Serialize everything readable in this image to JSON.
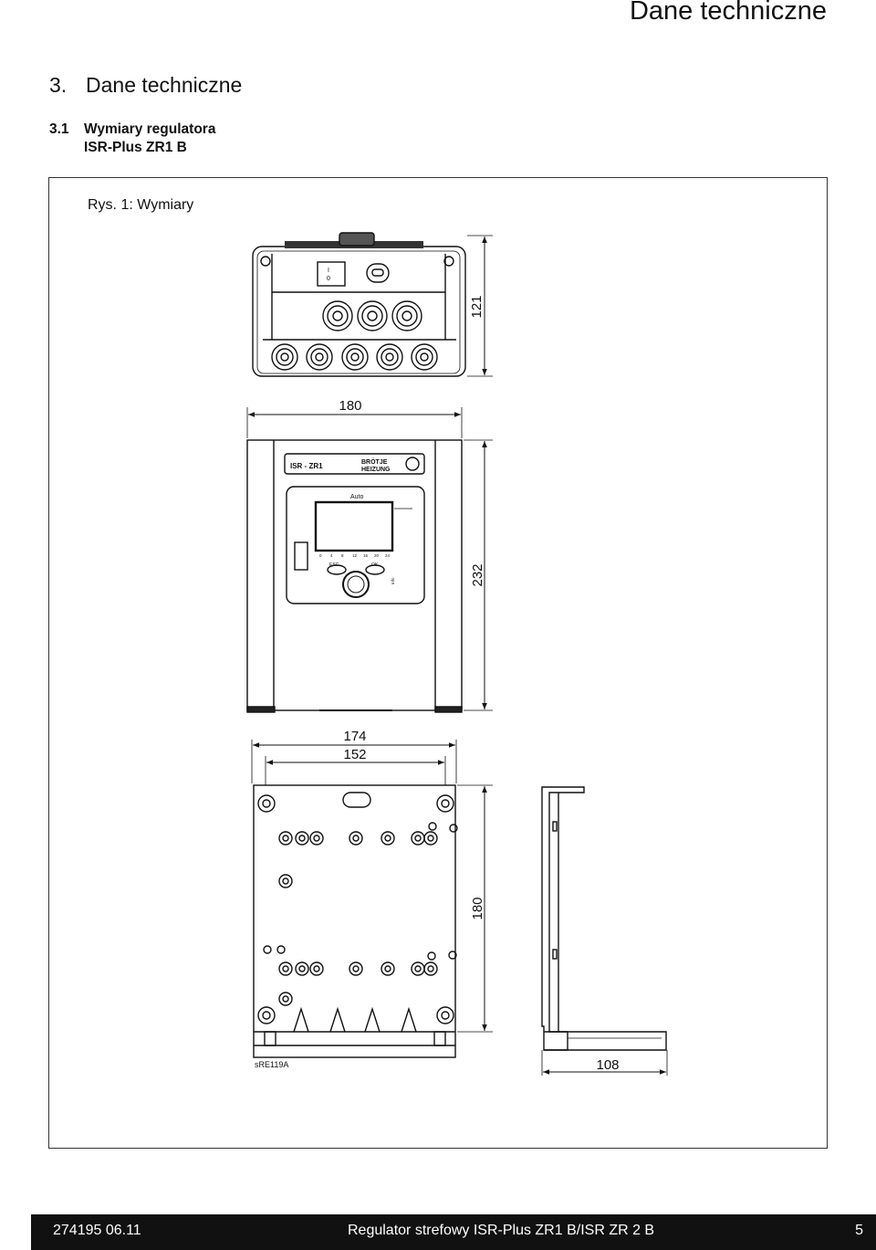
{
  "header": {
    "title": "Dane techniczne"
  },
  "section": {
    "number": "3.",
    "title": "Dane techniczne"
  },
  "subsection": {
    "number": "3.1",
    "title_line1": "Wymiary regulatora",
    "title_line2": "ISR-Plus ZR1 B"
  },
  "figure": {
    "caption": "Rys. 1:  Wymiary",
    "drawing_code": "sRE119A",
    "dimensions": {
      "height_top": "121",
      "width_front": "180",
      "height_front": "232",
      "width_back_outer": "174",
      "width_back_inner": "152",
      "height_back": "180",
      "depth_side": "108"
    },
    "front_panel": {
      "brand_left": "ISR - ZR1",
      "brand_right_line1": "BRÖTJE",
      "brand_right_line2": "HEIZUNG",
      "mode_label": "Auto",
      "scale": [
        "0",
        "4",
        "8",
        "12",
        "16",
        "20",
        "24"
      ],
      "esc_label": "ESC",
      "ok_label": "OK",
      "info_label": "Info"
    },
    "switch_labels": {
      "on": "I",
      "off": "0"
    }
  },
  "footer": {
    "code": "274195 06.11",
    "title": "Regulator strefowy ISR-Plus ZR1 B/ISR ZR 2 B",
    "page": "5"
  }
}
